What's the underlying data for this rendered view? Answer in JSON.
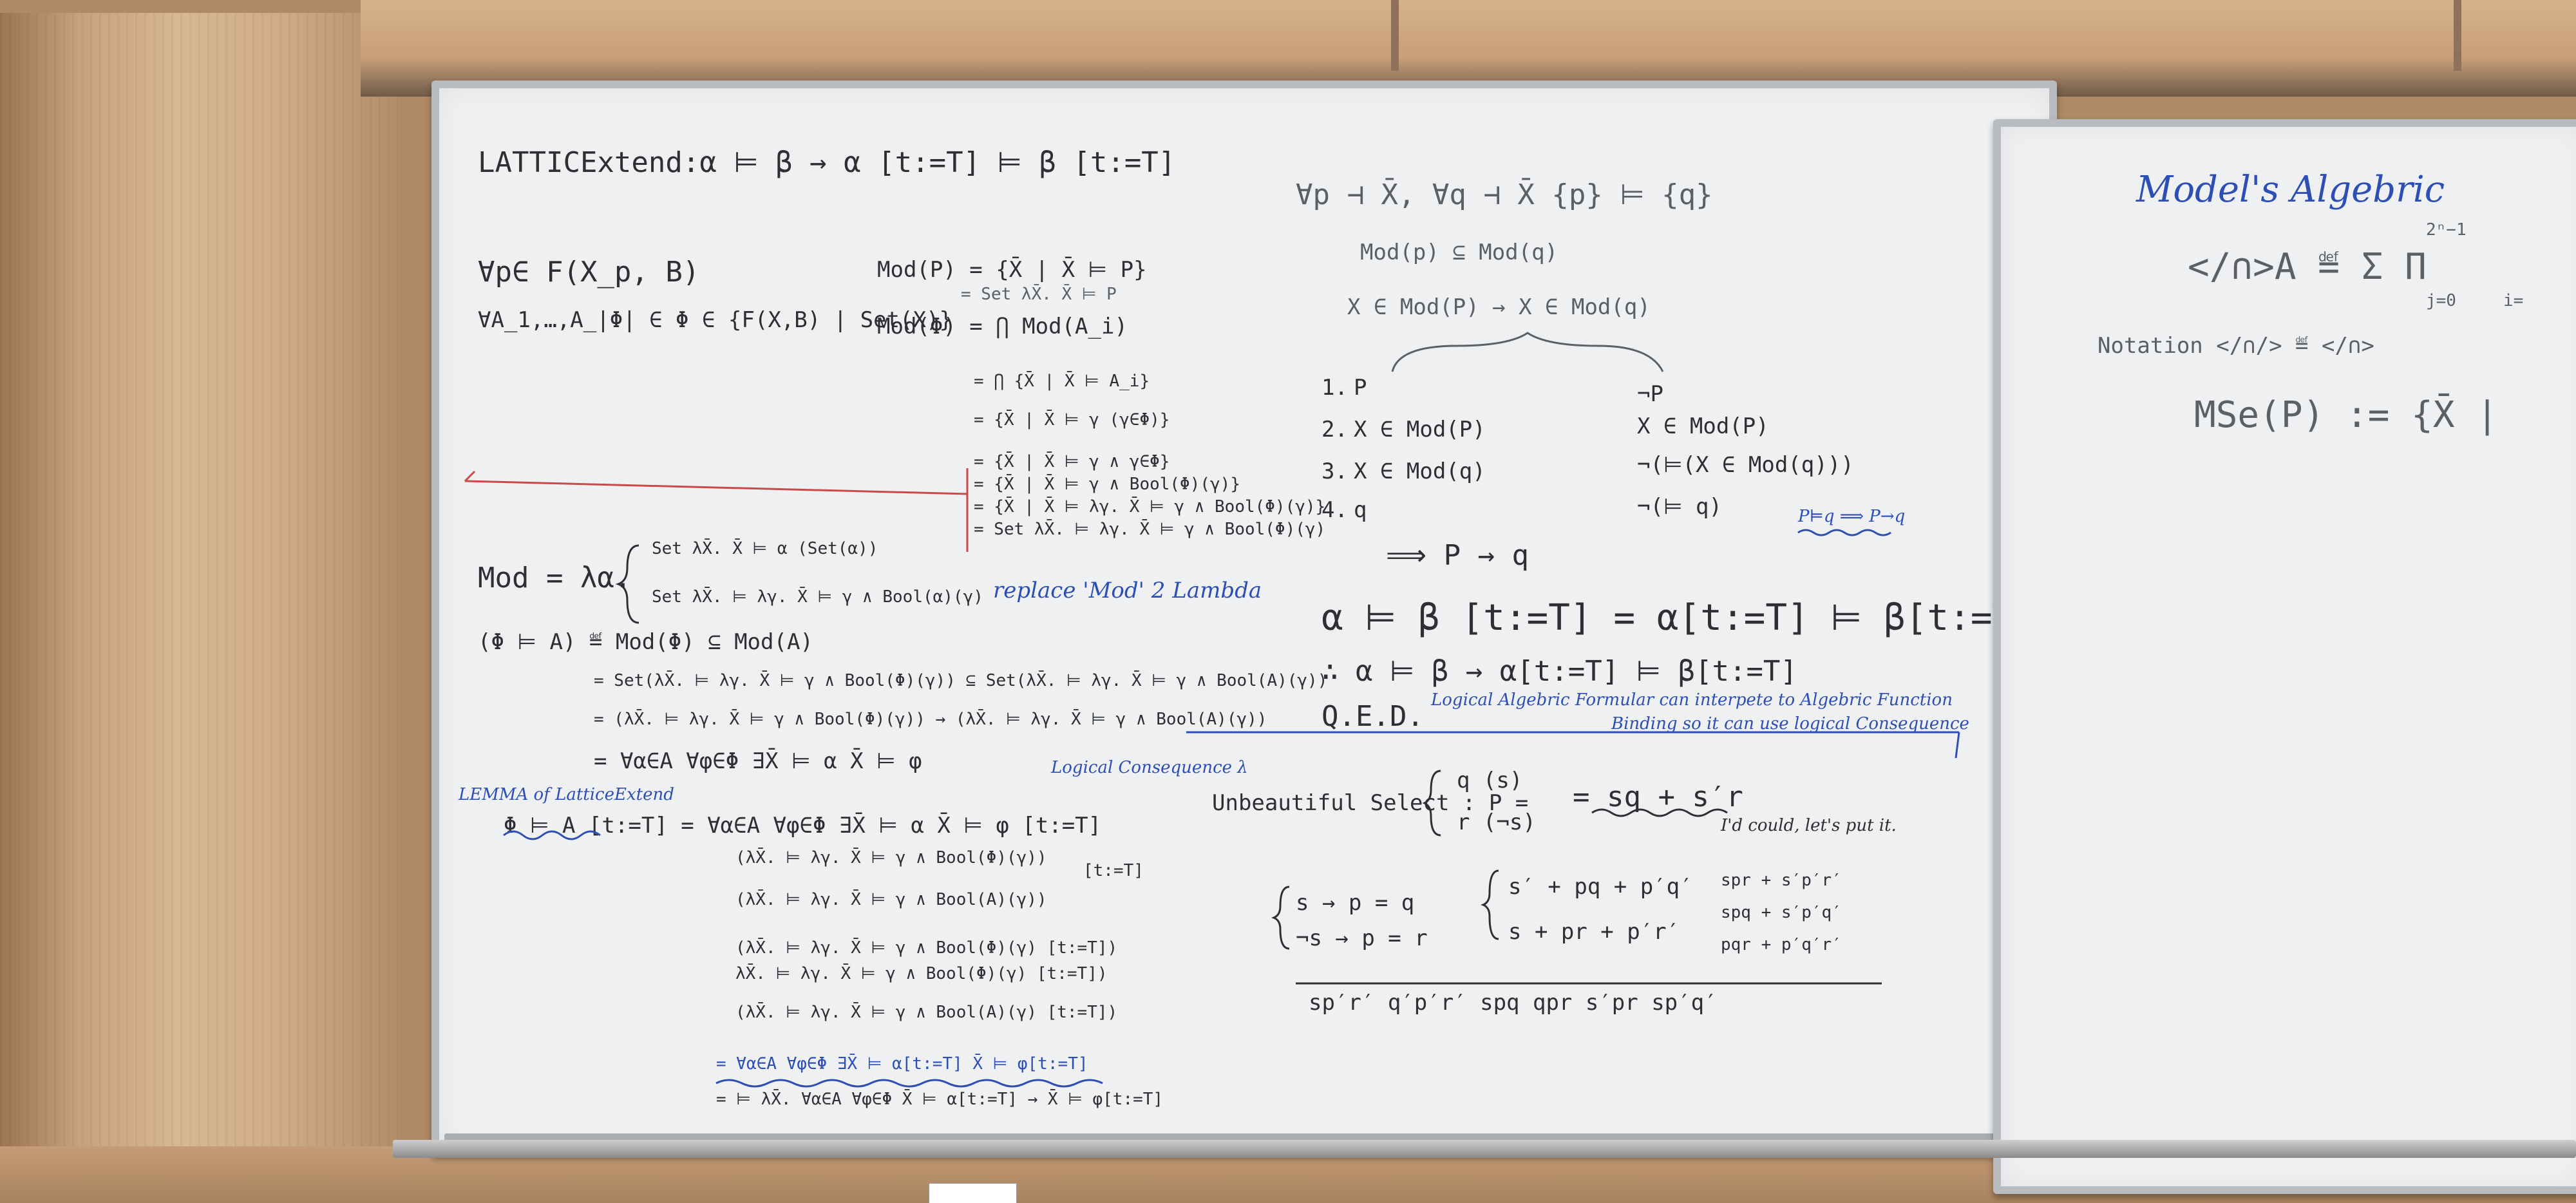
{
  "board_main": {
    "header": "LATTICExtend:α ⊨ β → α [t:=T] ⊨ β [t:=T]",
    "left": {
      "forall_p": "∀p∈ F(X_p, B)",
      "forall_A": "∀A_1,…,A_|Φ| ∈ Φ ∈ {F(X,B) | Set(X)}",
      "mod_p": "Mod(P) = {X̄ | X̄ ⊨ P}",
      "mod_p_set": "= Set λX̄. X̄ ⊨ P",
      "mod_phi": "Mod(Φ) = ⋂ Mod(A_i)",
      "eq1": "= ⋂ {X̄ | X̄ ⊨ A_i}",
      "eq2": "= {X̄ | X̄ ⊨ γ (γ∈Φ)}",
      "eq3": "= {X̄ | X̄ ⊨ γ ∧ γ∈Φ}",
      "eq4": "= {X̄ | X̄ ⊨ γ ∧ Bool(Φ)(γ)}",
      "eq5": "= {X̄ | X̄ ⊨ λγ. X̄ ⊨ γ ∧ Bool(Φ)(γ)}",
      "eq6": "= Set λX̄. ⊨ λγ. X̄ ⊨ γ ∧ Bool(Φ)(γ)",
      "mod_lambda": "Mod = λα.",
      "mod_case1": "Set λX̄. X̄ ⊨ α   (Set(α))",
      "mod_case2": "Set λX̄. ⊨ λγ. X̄ ⊨ γ ∧ Bool(α)(γ)",
      "replace_note": "replace 'Mod' 2 Lambda",
      "phi_def": "(Φ ⊨ A) ≝ Mod(Φ) ⊆ Mod(A)",
      "phi_l1": "= Set(λX̄. ⊨ λγ. X̄ ⊨ γ ∧ Bool(Φ)(γ)) ⊆ Set(λX̄. ⊨ λγ. X̄ ⊨ γ ∧ Bool(A)(γ))",
      "phi_l2": "= (λX̄. ⊨ λγ. X̄ ⊨ γ ∧ Bool(Φ)(γ)) → (λX̄. ⊨ λγ. X̄ ⊨ γ ∧ Bool(A)(γ))",
      "phi_l3": "= ∀α∈A ∀φ∈Φ ∃X̄ ⊨ α  X̄ ⊨ φ",
      "logical_consequence": "Logical Consequence λ",
      "lemma_label": "LEMMA of LatticeExtend",
      "lemma_head": "Φ ⊨ A [t:=T]  =  ∀α∈A ∀φ∈Φ ∃X̄ ⊨ α  X̄ ⊨ φ [t:=T]",
      "lemma_l1": "(λX̄. ⊨ λγ. X̄ ⊨ γ ∧ Bool(Φ)(γ))",
      "lemma_l1b": "[t:=T]",
      "lemma_l2": "(λX̄. ⊨ λγ. X̄ ⊨ γ ∧ Bool(A)(γ))",
      "lemma_l3": "(λX̄. ⊨ λγ. X̄ ⊨ γ ∧ Bool(Φ)(γ) [t:=T])",
      "lemma_l4": "λX̄. ⊨ λγ. X̄ ⊨ γ ∧ Bool(Φ)(γ) [t:=T])",
      "lemma_l5": "(λX̄. ⊨ λγ. X̄ ⊨ γ ∧ Bool(A)(γ) [t:=T])",
      "lemma_l6": "= ∀α∈A ∀φ∈Φ ∃X̄ ⊨ α[t:=T]  X̄ ⊨ φ[t:=T]",
      "lemma_l7": "= ⊨ λX̄. ∀α∈A ∀φ∈Φ  X̄ ⊨ α[t:=T] → X̄ ⊨ φ[t:=T]"
    },
    "right": {
      "forall_pq": "∀p ⊣ X̄, ∀q ⊣ X̄   {p} ⊨ {q}",
      "mod_sub": "Mod(p) ⊆ Mod(q)",
      "x_in": "X ∈ Mod(P) → X ∈ Mod(q)",
      "proof": [
        {
          "n": "1.",
          "l": "P",
          "r": "¬P"
        },
        {
          "n": "2.",
          "l": "X ∈ Mod(P)",
          "r": "X ∈ Mod(P)"
        },
        {
          "n": "3.",
          "l": "X ∈ Mod(q)",
          "r": "¬(⊨(X ∈ Mod(q)))"
        },
        {
          "n": "4.",
          "l": "q",
          "r": "¬(⊨ q)"
        }
      ],
      "implies": "⟹  P → q",
      "p_eq_note": "P⊨q ⟹ P→q",
      "subst_eq": "α ⊨ β [t:=T] = α[t:=T] ⊨ β[t:=T]",
      "therefore": "∴  α ⊨ β  →  α[t:=T] ⊨ β[t:=T]",
      "qed": "Q.E.D.",
      "logical_alg_1": "Logical Algebric Formular can interpete to Algebric Function",
      "logical_alg_2": "Binding so it can use logical Consequence",
      "unbeautiful": "Unbeautiful Select : P =",
      "case_q": "q   (s)",
      "case_r": "r   (¬s)",
      "case_result": "= sq + s′r",
      "could_note": "I'd could, let's put it.",
      "sys_1": "s → p = q",
      "sys_2": "¬s → p = r",
      "sys_r1": "s′ + pq + p′q′",
      "sys_r2": "s + pr + p′r′",
      "sys_c1": "spr + s′p′r′",
      "sys_c2": "spq + s′p′q′",
      "sys_c3": "pqr + p′q′r′",
      "bottom_terms": "sp′r′   q′p′r′   spq   qpr   s′pr   sp′q′"
    }
  },
  "board_right": {
    "title": "Model's Algebric",
    "line1": "</∩>A ≝ Σ Π",
    "sum_top": "2ⁿ−1",
    "sum_bottom": "j=0",
    "prod_bottom": "i=",
    "notation": "Notation </∩/> ≝ </∩>",
    "mse": "MSe(P) := {X̄ |"
  }
}
